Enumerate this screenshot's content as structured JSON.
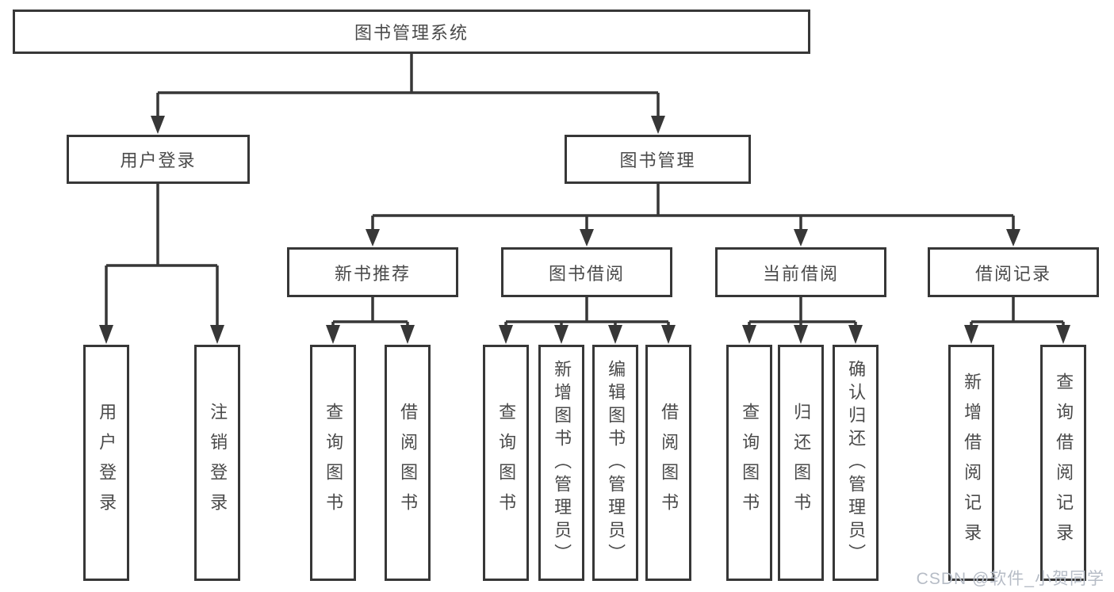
{
  "diagram": {
    "root": {
      "label": "图书管理系统",
      "children": [
        {
          "label": "用户登录",
          "children": [
            {
              "label": "用户登录"
            },
            {
              "label": "注销登录"
            }
          ]
        },
        {
          "label": "图书管理",
          "children": [
            {
              "label": "新书推荐",
              "children": [
                {
                  "label": "查询图书"
                },
                {
                  "label": "借阅图书"
                }
              ]
            },
            {
              "label": "图书借阅",
              "children": [
                {
                  "label": "查询图书"
                },
                {
                  "label": "新增图书（管理员）"
                },
                {
                  "label": "编辑图书（管理员）"
                },
                {
                  "label": "借阅图书"
                }
              ]
            },
            {
              "label": "当前借阅",
              "children": [
                {
                  "label": "查询图书"
                },
                {
                  "label": "归还图书"
                },
                {
                  "label": "确认归还（管理员）"
                }
              ]
            },
            {
              "label": "借阅记录",
              "children": [
                {
                  "label": "新增借阅记录"
                },
                {
                  "label": "查询借阅记录"
                }
              ]
            }
          ]
        }
      ]
    }
  },
  "watermark": {
    "text": "CSDN @软件_小贺同学"
  },
  "colors": {
    "line": "#373737",
    "text": "#4a4a4a",
    "watermark": "#b6bcc6",
    "background": "#ffffff"
  }
}
